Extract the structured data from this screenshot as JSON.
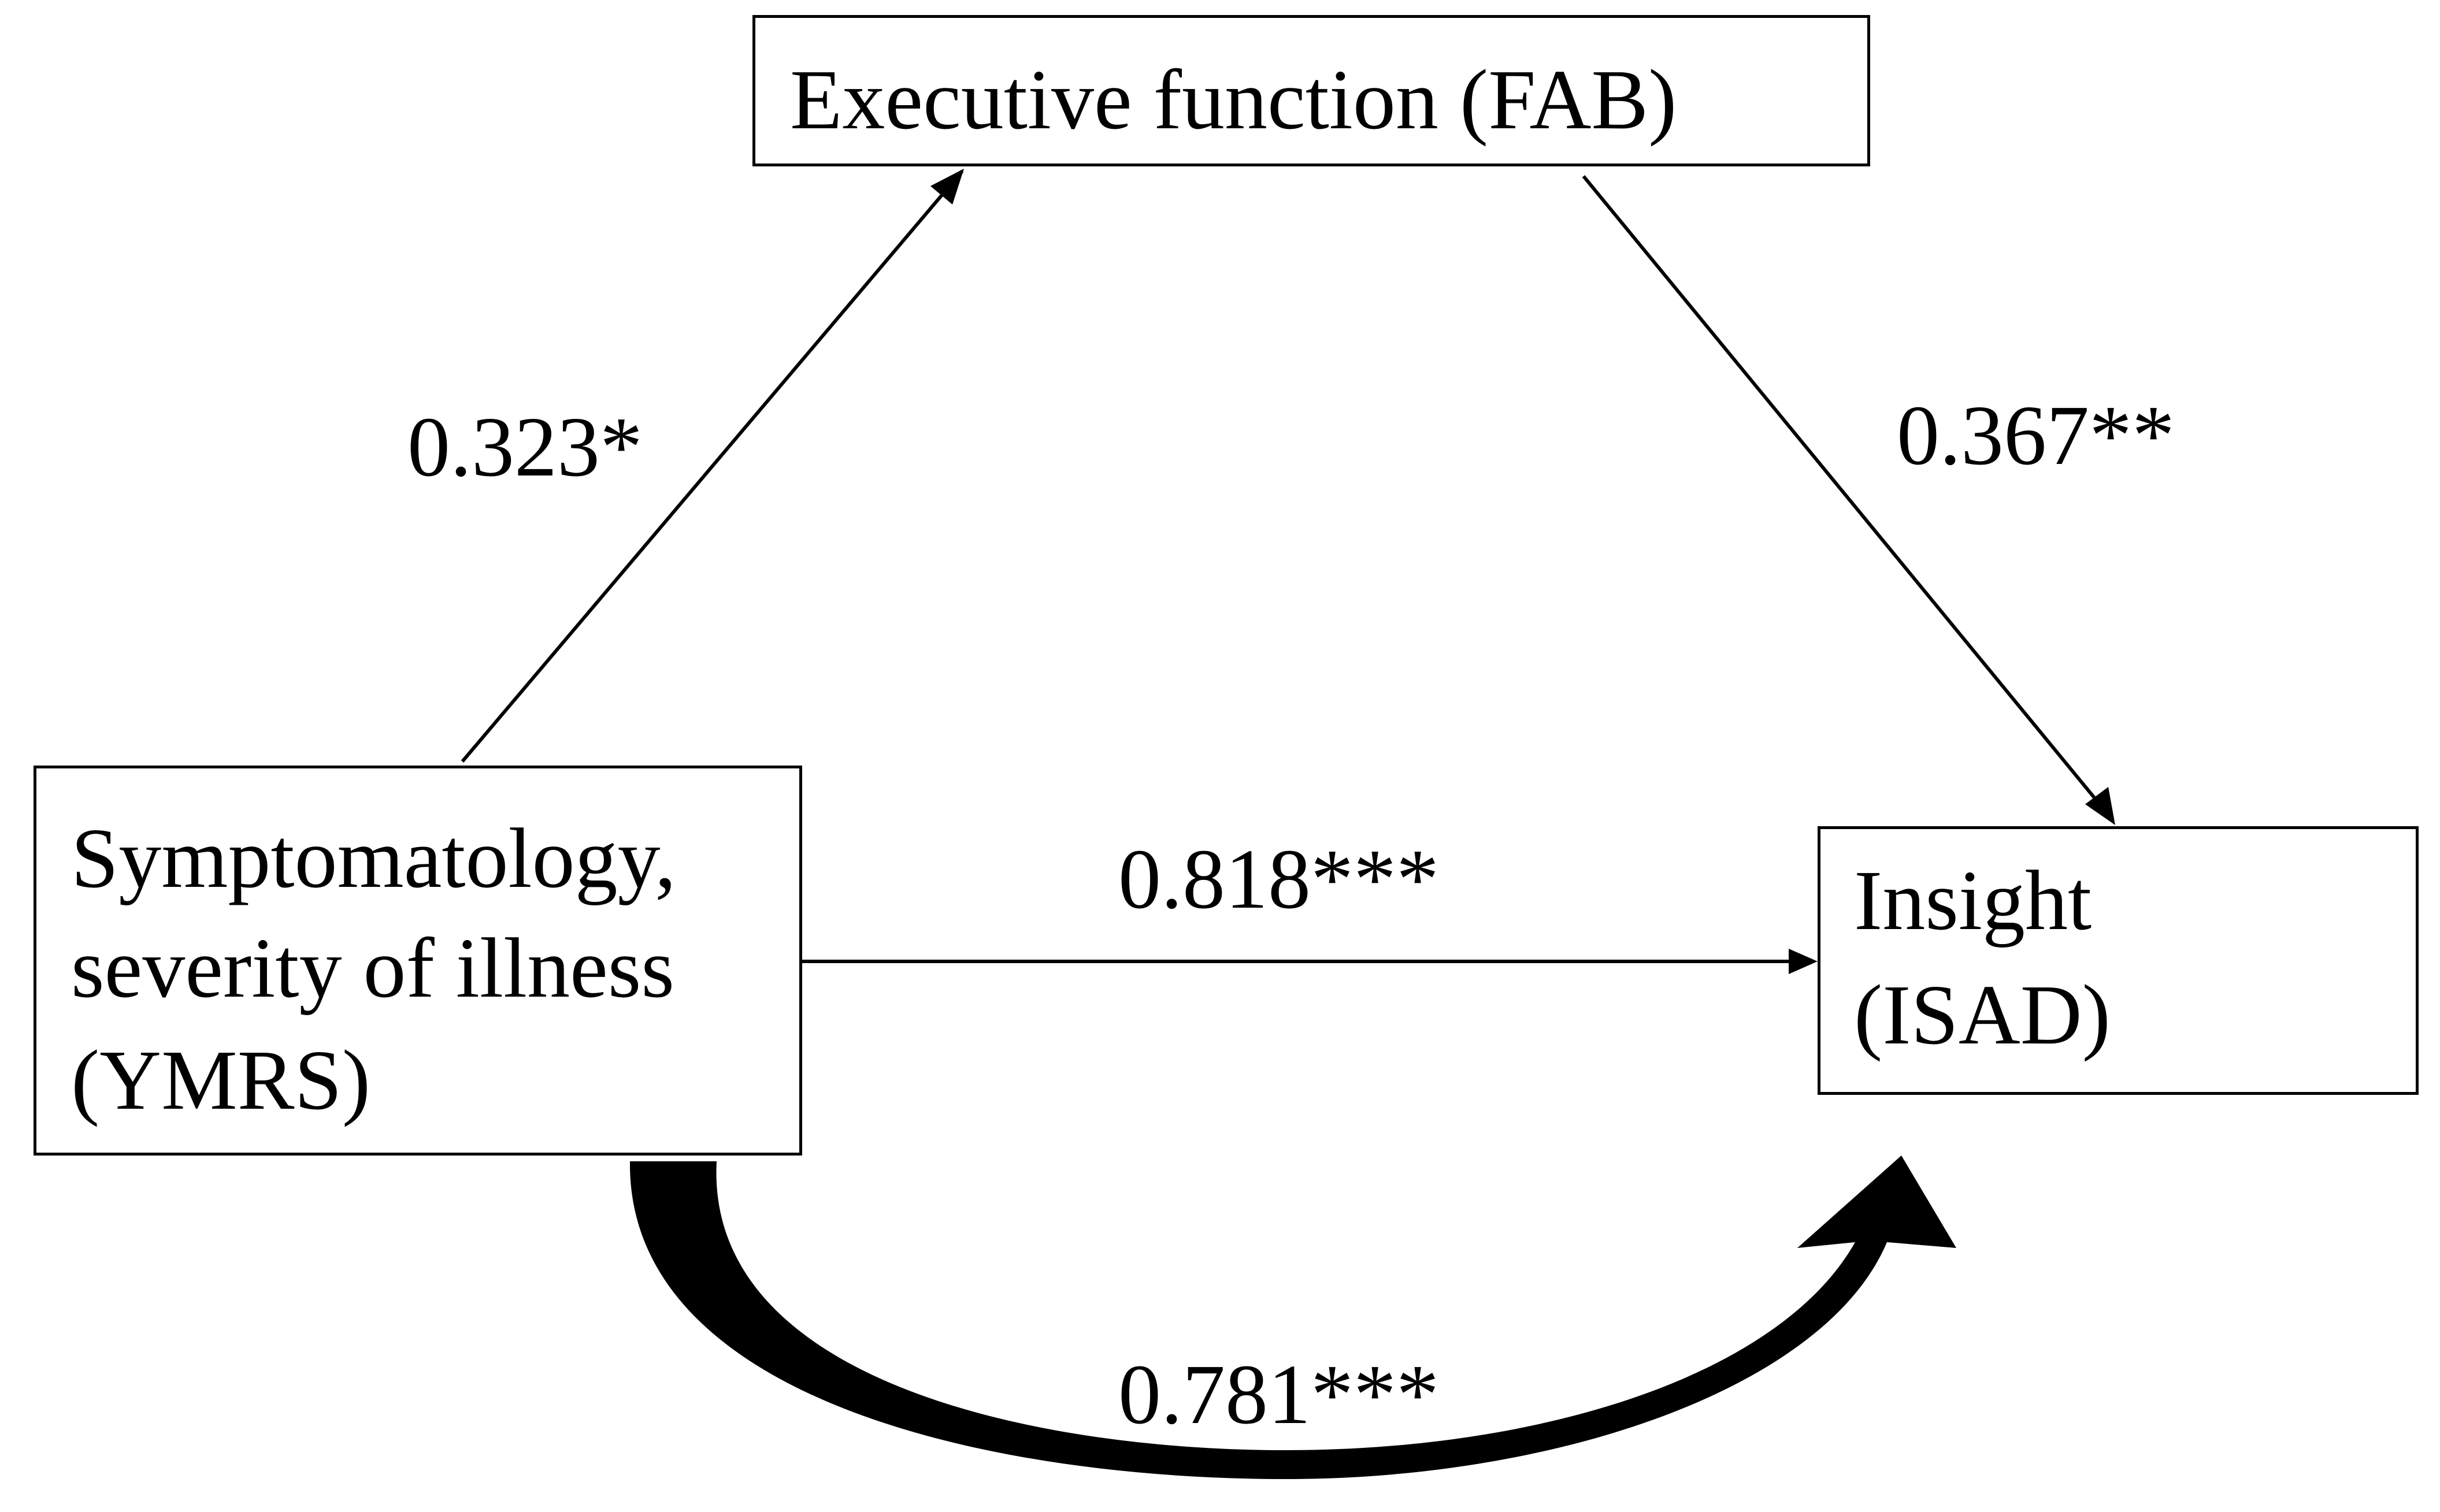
{
  "nodes": {
    "mediator": {
      "label": "Executive function (FAB)"
    },
    "predictor": {
      "lines": [
        "Symptomatology,",
        "severity of illness",
        "(YMRS)"
      ]
    },
    "outcome": {
      "lines": [
        "Insight",
        "(ISAD)"
      ]
    }
  },
  "paths": {
    "predictor_to_mediator": "0.323*",
    "mediator_to_outcome": "0.367**",
    "direct": "0.818***",
    "total": "0.781***"
  },
  "colors": {
    "stroke": "#000000",
    "background": "#ffffff"
  }
}
